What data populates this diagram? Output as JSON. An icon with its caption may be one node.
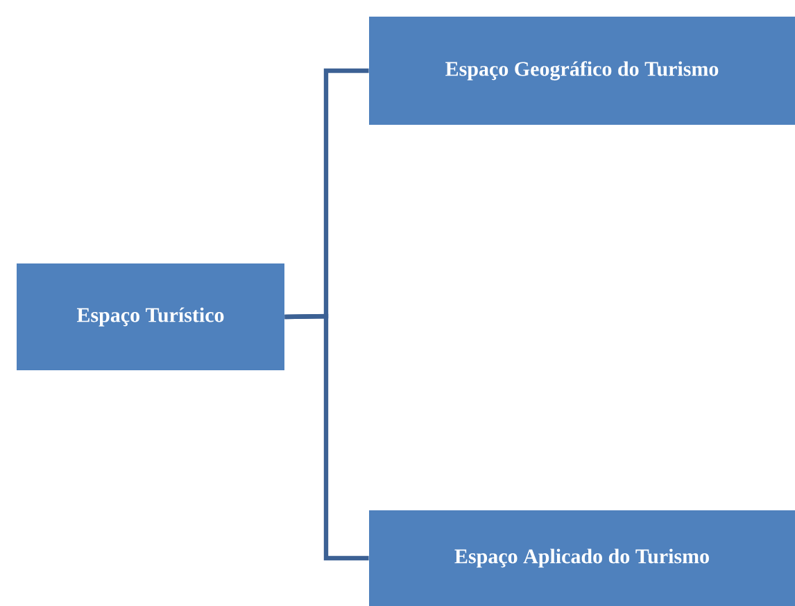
{
  "diagram": {
    "nodes": [
      {
        "text": [
          "Espaço Turístico"
        ]
      },
      {
        "text": [
          "Espaço Geográfico do Turismo"
        ]
      },
      {
        "text": [
          "Espaço Aplicado do Turismo"
        ]
      }
    ],
    "edges": [
      {
        "from": 0,
        "to": 1,
        "arrow": "none"
      },
      {
        "from": 0,
        "to": 2,
        "arrow": "none"
      }
    ]
  }
}
